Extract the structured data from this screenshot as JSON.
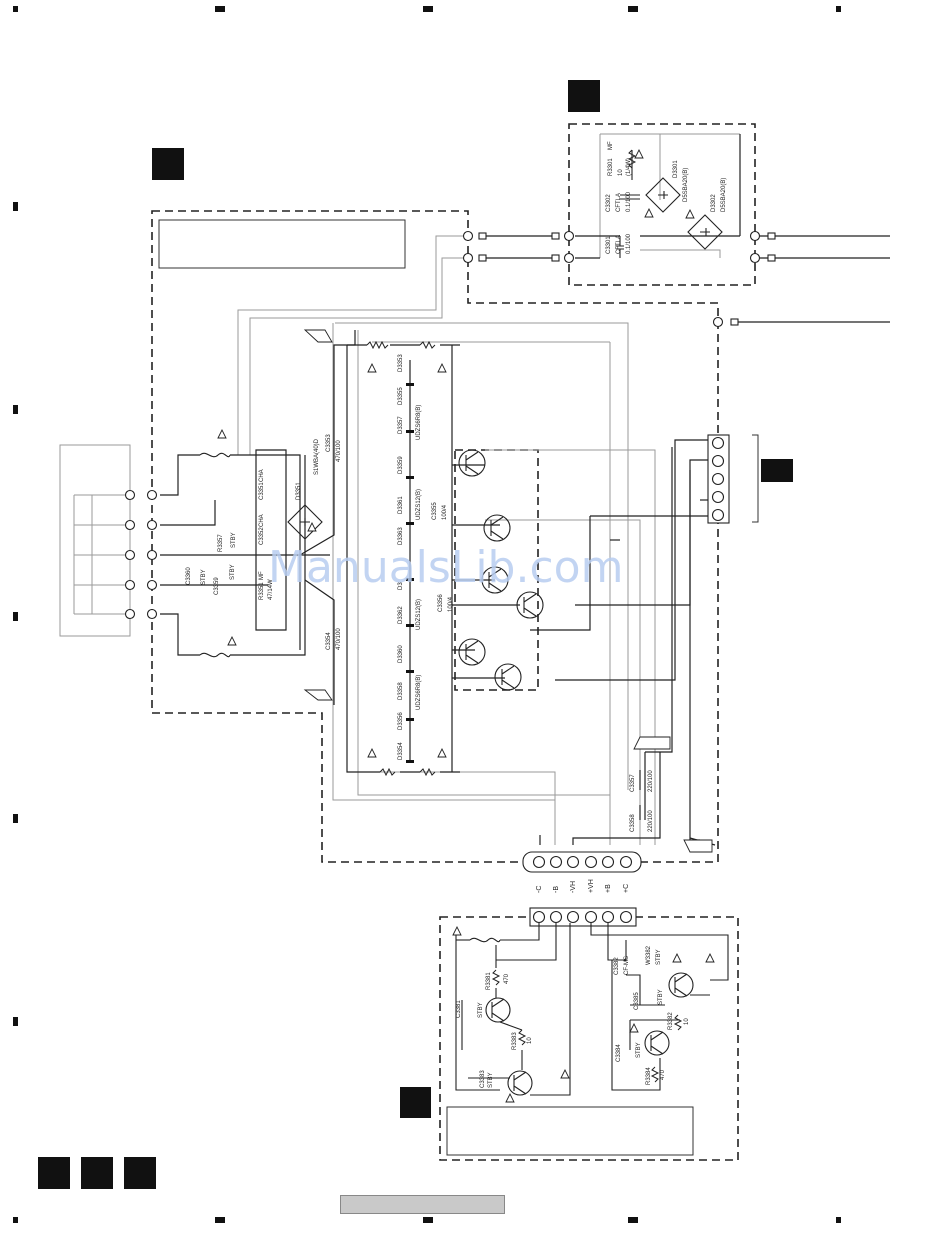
{
  "watermark": "ManualsLib.com",
  "labels": {
    "r3301": "R3301",
    "r3301_val": "MF",
    "r3301_val2": "10",
    "r3301_val3": "(1/4W)",
    "c3302": "C3302",
    "c3302_val": "CFTLA",
    "c3302_val2": "0.1/100",
    "c3301": "C3301",
    "c3301_val": "CFTLA",
    "c3301_val2": "0.1/100",
    "d3301": "D3301",
    "d3301_val": "D5SBA20(B)",
    "d3302": "D3302",
    "d3302_val": "D5SBA20(B)",
    "c3353": "C3353",
    "c3353_val": "470/100",
    "c3354": "C3354",
    "c3354_val": "470/100",
    "d3351": "D3351",
    "d3351_val": "S1WBA(40)D",
    "r3357": "R3357",
    "r3357_val": "STBY",
    "c3351": "C3351",
    "c3351_val": "CHA",
    "c3352": "C3352",
    "c3352_val": "CHA",
    "c3360": "C3360",
    "c3359": "C3359",
    "stby": "STBY",
    "r3351": "R3351",
    "r3351_val": "MF",
    "r3351_val2": "47/14W",
    "c3355": "C3355",
    "c3355_val": "100/4",
    "c3356": "C3356",
    "c3356_val": "100/4",
    "c3357": "C3357",
    "c3357_val": "220/100",
    "c3358": "C3358",
    "c3358_val": "220/100",
    "diode_vals": [
      "UDZS6R8(B)",
      "UDZS12(B)",
      "UDZS12(B)",
      "UDZS6R8(B)"
    ],
    "diodes_left": [
      "D3353",
      "D3355",
      "D3357",
      "D3359",
      "D3361",
      "D3363",
      "D3",
      "D3362",
      "D3360",
      "D3358",
      "D3356",
      "D3354"
    ],
    "r3381": "R3381",
    "r3381_val": "470",
    "r3383": "R3383",
    "r3383_val": "10",
    "c3381": "C3381",
    "c3383": "C3383",
    "c3382": "C3382",
    "c3382_val": "CF-MS",
    "w3382": "W3382",
    "c3384": "C3384",
    "c3385": "C3385",
    "r3382": "R3382",
    "r3382_val": "10",
    "r3384": "R3384",
    "r3384_val": "470"
  },
  "connector_pins": [
    "-C",
    "-B",
    "-VH",
    "+VH",
    "+B",
    "+C"
  ],
  "colors": {
    "line": "#222222",
    "guide": "#9a9a9a",
    "marker": "#111111",
    "footer": "#c9c9c9"
  }
}
